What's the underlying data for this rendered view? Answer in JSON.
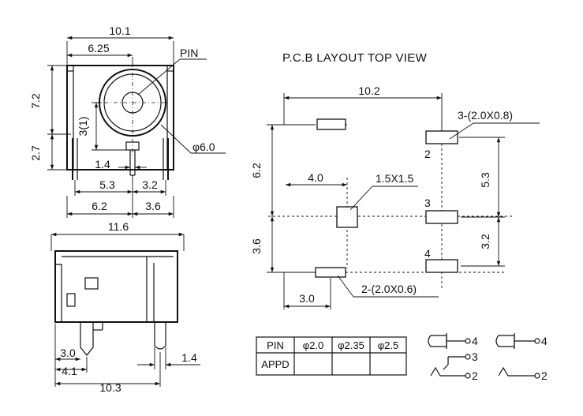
{
  "front_view": {
    "dims": {
      "width_total": "10.1",
      "width_pin": "6.25",
      "pin_label": "PIN",
      "height_top": "7.2",
      "height_bottom": "2.7",
      "pin_offset": "3(1)",
      "pin_spacing": "1.4",
      "span_53": "5.3",
      "span_32": "3.2",
      "span_62": "6.2",
      "span_36": "3.6",
      "diameter": "φ6.0"
    }
  },
  "side_view": {
    "dims": {
      "length": "11.6",
      "pin_30": "3.0",
      "pin_41": "4.1",
      "pin_14": "1.4",
      "pin_103": "10.3"
    }
  },
  "pcb_layout": {
    "title": "P.C.B LAYOUT    TOP VIEW",
    "dims": {
      "span_102": "10.2",
      "pad_size_top": "3-(2.0X0.8)",
      "height_62": "6.2",
      "center_40": "4.0",
      "square_pad": "1.5X1.5",
      "height_53": "5.3",
      "height_36": "3.6",
      "height_32": "3.2",
      "offset_30": "3.0",
      "pad_size_bottom": "2-(2.0X0.6)"
    },
    "pad_numbers": [
      "2",
      "3",
      "4"
    ]
  },
  "spec_table": {
    "headers": [
      "PIN",
      "φ2.0",
      "φ2.35",
      "φ2.5"
    ],
    "row": [
      "APPD",
      "",
      "",
      ""
    ]
  },
  "schematics": {
    "left_labels": [
      "4",
      "3",
      "2"
    ],
    "right_labels": [
      "4",
      "2"
    ]
  }
}
